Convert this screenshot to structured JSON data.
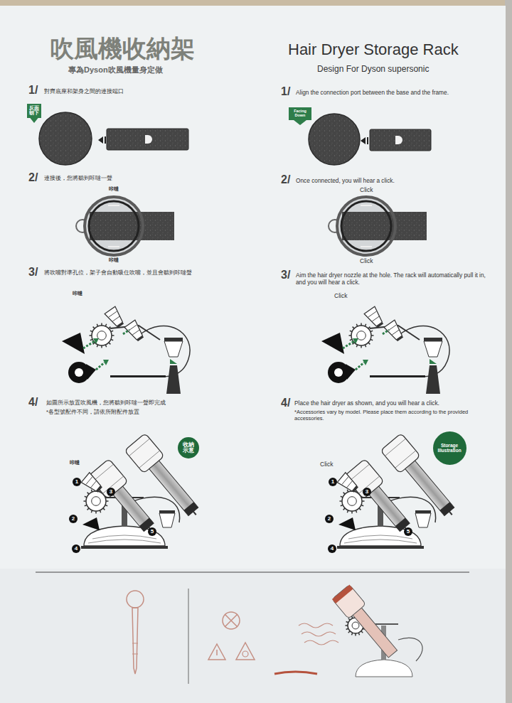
{
  "diagram": {
    "nodes": [
      {
        "text": [
          "反面朝下"
        ]
      },
      {
        "text": [
          "Facing Down"
        ]
      },
      {
        "text": [
          "收納示意"
        ]
      },
      {
        "text": [
          "Storage Illustration"
        ]
      }
    ],
    "labels": [
      "吹風機收納架",
      "專為Dyson吹風機量身定做",
      "Hair Dryer Storage Rack",
      "Design For Dyson supersonic",
      "1/",
      "對齊底座和架身之間的連接端口",
      "1/",
      "Align the connection port between the base and the frame.",
      "2/",
      "連接後，您將聽到咔噠一聲",
      "咔噠",
      "咔噠",
      "2/",
      "Once connected, you will hear a click.",
      "Click",
      "Click",
      "3/",
      "將吹嘴對準孔位，架子會自動吸住吹嘴，並且會聽到咔噠聲",
      "咔噠",
      "3/",
      "Aim the hair dryer nozzle at the hole. The rack will automatically pull it in, and you will hear a click.",
      "Click",
      "4/",
      "如圖所示放置吹風機，您將聽到咔噠一聲即完成",
      "*各型號配件不同，請依所附配件放置",
      "咔噠",
      "1",
      "3",
      "2",
      "5",
      "4",
      "4/",
      "Place the hair dryer as shown, and you will hear a click.",
      "*Accessories vary by model. Please place them according to the provided accessories.",
      "Click",
      "1",
      "3",
      "2",
      "5",
      "4"
    ]
  }
}
